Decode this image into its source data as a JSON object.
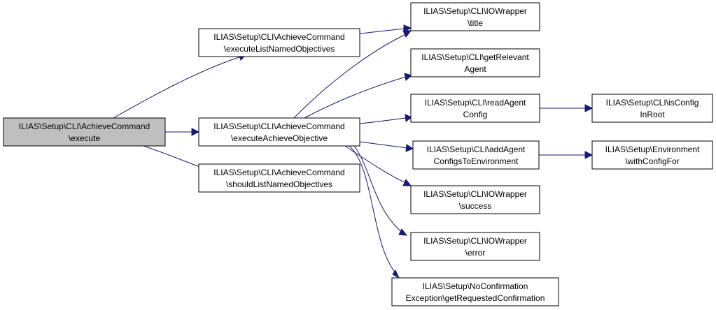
{
  "colors": {
    "edge": "#191970",
    "node_fill": "#ffffff",
    "root_fill": "#bfbfbf",
    "border": "#000000"
  },
  "nodes": {
    "execute": [
      "ILIAS\\Setup\\CLI\\AchieveCommand",
      "\\execute"
    ],
    "list_named": [
      "ILIAS\\Setup\\CLI\\AchieveCommand",
      "\\executeListNamedObjectives"
    ],
    "achieve_obj": [
      "ILIAS\\Setup\\CLI\\AchieveCommand",
      "\\executeAchieveObjective"
    ],
    "should_list": [
      "ILIAS\\Setup\\CLI\\AchieveCommand",
      "\\shouldListNamedObjectives"
    ],
    "io_title": [
      "ILIAS\\Setup\\CLI\\IOWrapper",
      "\\title"
    ],
    "get_agent": [
      "ILIAS\\Setup\\CLI\\getRelevant",
      "Agent"
    ],
    "read_config": [
      "ILIAS\\Setup\\CLI\\readAgent",
      "Config"
    ],
    "add_configs": [
      "ILIAS\\Setup\\CLI\\addAgent",
      "ConfigsToEnvironment"
    ],
    "io_success": [
      "ILIAS\\Setup\\CLI\\IOWrapper",
      "\\success"
    ],
    "io_error": [
      "ILIAS\\Setup\\CLI\\IOWrapper",
      "\\error"
    ],
    "no_confirm": [
      "ILIAS\\Setup\\NoConfirmation",
      "Exception\\getRequestedConfirmation"
    ],
    "is_config": [
      "ILIAS\\Setup\\CLI\\isConfig",
      "InRoot"
    ],
    "env_config": [
      "ILIAS\\Setup\\Environment",
      "\\withConfigFor"
    ]
  }
}
